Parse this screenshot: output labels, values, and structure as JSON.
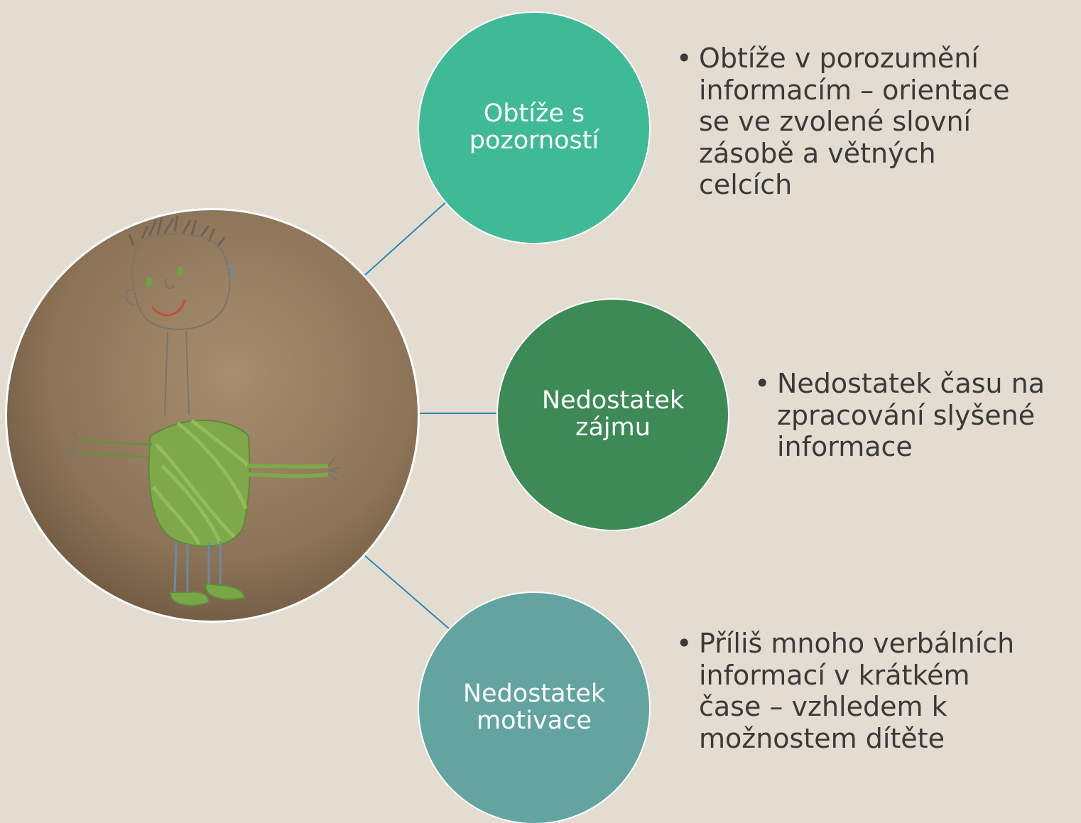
{
  "diagram": {
    "nodes": [
      {
        "label": "Obtíže s pozorností",
        "bullet": "Obtíže v porozumění informacím – orientace se ve zvolené slovní zásobě a větných celcích",
        "color": "#40ba96"
      },
      {
        "label": "Nedostatek zájmu",
        "bullet": "Nedostatek času na zpracování slyšené informace",
        "color": "#3d8a56"
      },
      {
        "label": "Nedostatek motivace",
        "bullet": "Příliš mnoho verbálních informací v krátkém čase – vzhledem k možnostem dítěte",
        "color": "#63a4a1"
      }
    ],
    "hub_image": "child-drawing-of-smiling-figure-with-green-shirt",
    "connector_color": "#2f86b3",
    "background_color": "#e3ddd1"
  }
}
